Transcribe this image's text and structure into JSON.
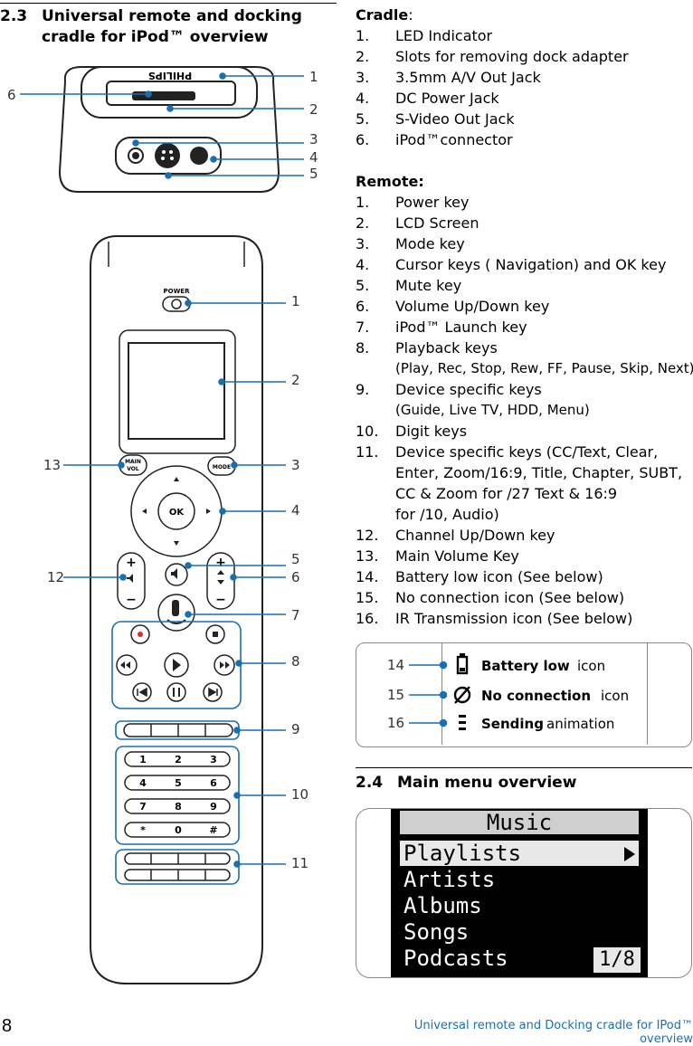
{
  "section_23": {
    "number": "2.3",
    "title_line1": "Universal remote and docking",
    "title_line2": "cradle for iPod™ overview"
  },
  "cradle": {
    "brand": "PHILIPS",
    "callouts": [
      "1",
      "2",
      "3",
      "4",
      "5",
      "6"
    ]
  },
  "remote": {
    "power_label": "POWER",
    "main_vol_label_1": "MAIN",
    "main_vol_label_2": "VOL",
    "mode_label": "MODE",
    "ok_label": "OK",
    "digits": [
      "1",
      "2",
      "3",
      "4",
      "5",
      "6",
      "7",
      "8",
      "9",
      "*",
      "0",
      "#"
    ],
    "callouts": [
      "1",
      "2",
      "3",
      "4",
      "5",
      "6",
      "7",
      "8",
      "9",
      "10",
      "11",
      "12",
      "13"
    ]
  },
  "cradle_list": {
    "heading": "Cradle",
    "colon": ":",
    "items": [
      {
        "n": "1.",
        "t": "LED Indicator"
      },
      {
        "n": "2.",
        "t": "Slots for removing dock adapter"
      },
      {
        "n": "3.",
        "t": "3.5mm A/V Out Jack"
      },
      {
        "n": "4.",
        "t": "DC Power Jack"
      },
      {
        "n": "5.",
        "t": "S-Video Out Jack"
      },
      {
        "n": "6.",
        "t": "iPod™connector"
      }
    ]
  },
  "remote_list": {
    "heading": "Remote:",
    "items": [
      {
        "n": "1.",
        "t": "Power key"
      },
      {
        "n": "2.",
        "t": "LCD Screen"
      },
      {
        "n": "3.",
        "t": "Mode key"
      },
      {
        "n": "4.",
        "t": "Cursor keys ( Navigation)  and OK key"
      },
      {
        "n": "5.",
        "t": "Mute key"
      },
      {
        "n": "6.",
        "t": "Volume Up/Down key"
      },
      {
        "n": "7.",
        "t": "iPod™ Launch key"
      },
      {
        "n": "8.",
        "t": "Playback keys"
      },
      {
        "n": "9.",
        "t": "Device specific keys"
      },
      {
        "n": "10.",
        "t": "Digit keys"
      },
      {
        "n": "11.",
        "t": "Device specific keys (CC/Text, Clear,"
      },
      {
        "n": "12.",
        "t": "Channel Up/Down key"
      },
      {
        "n": "13.",
        "t": "Main Volume Key"
      },
      {
        "n": "14.",
        "t": "Battery low icon (See below)"
      },
      {
        "n": "15.",
        "t": "No connection icon (See below)"
      },
      {
        "n": "16.",
        "t": "IR Transmission icon (See below)"
      }
    ],
    "item8_cont": "(Play, Rec, Stop, Rew, FF, Pause, Skip, Next)",
    "item9_cont": "(Guide, Live TV, HDD, Menu)",
    "item11_cont": [
      "Enter, Zoom/16:9, Title, Chapter, SUBT,",
      "CC & Zoom for /27 Text & 16:9",
      "for /10,  Audio)"
    ]
  },
  "icons_legend": {
    "rows": [
      {
        "num": "14",
        "bold": "Battery low",
        "light": "icon",
        "icon": "battery-icon"
      },
      {
        "num": "15",
        "bold": "No connection",
        "light": "icon",
        "icon": "no-connection-icon"
      },
      {
        "num": "16",
        "bold": "Sending",
        "light": "animation",
        "icon": "sending-icon"
      }
    ]
  },
  "section_24": {
    "number": "2.4",
    "title": "Main menu overview"
  },
  "menu_screen": {
    "title": "Music",
    "items": [
      "Playlists",
      "Artists",
      "Albums",
      "Songs",
      "Podcasts"
    ],
    "page": "1/8"
  },
  "footer": {
    "page_number": "8",
    "text": "Universal remote and Docking cradle for IPod™ overview"
  },
  "colors": {
    "callout": "#1a6fb0",
    "footer": "#1a6fb0"
  }
}
